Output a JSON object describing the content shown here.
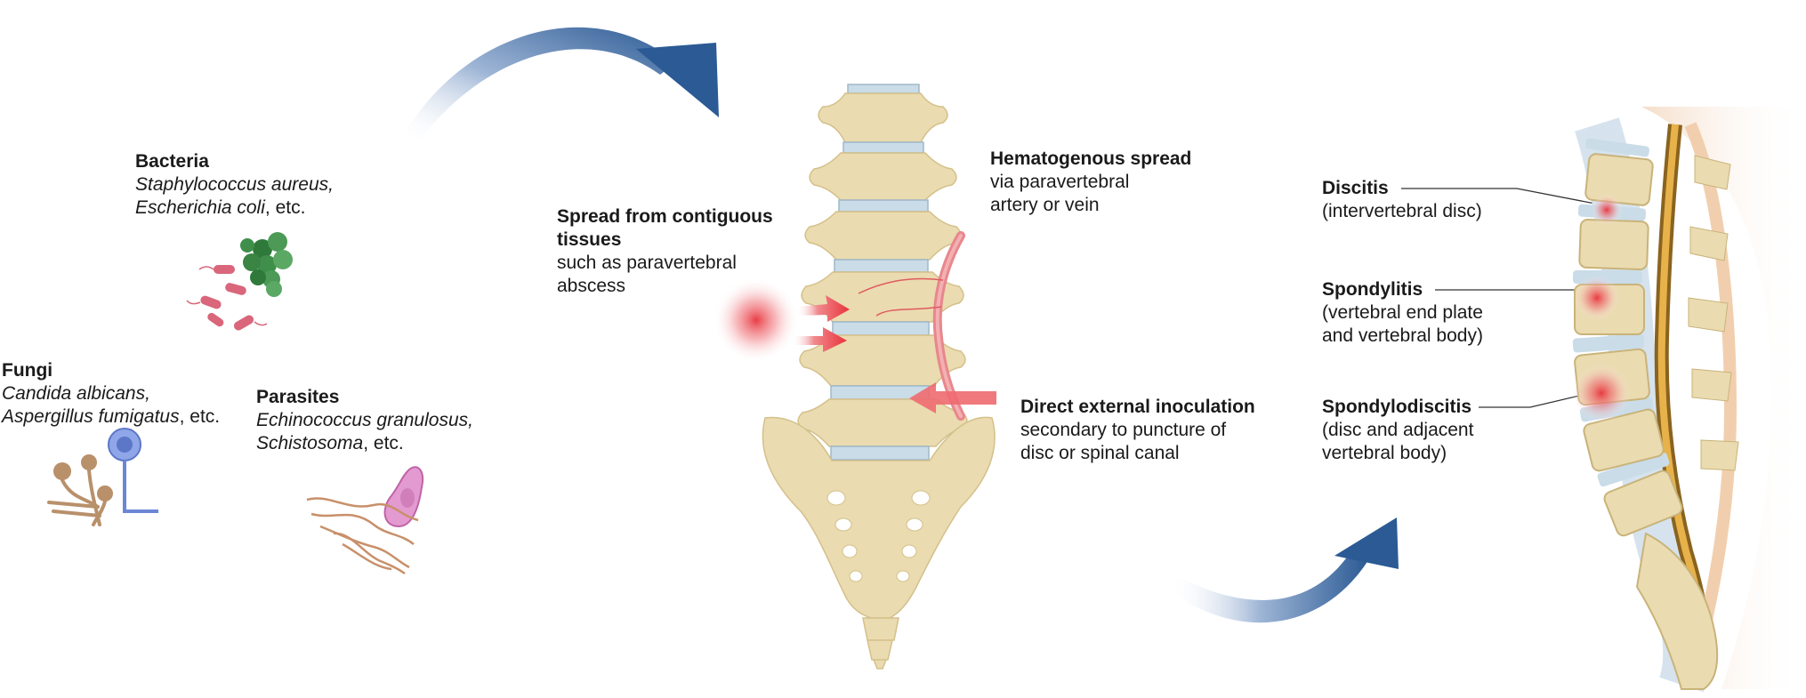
{
  "organisms": {
    "bacteria": {
      "title": "Bacteria",
      "species1": "Staphylococcus aureus,",
      "species2": "Escherichia coli",
      "suffix2": ", etc."
    },
    "fungi": {
      "title": "Fungi",
      "species1": "Candida albicans,",
      "species2": "Aspergillus fumigatus",
      "suffix2": ", etc."
    },
    "parasites": {
      "title": "Parasites",
      "species1": "Echinococcus granulosus,",
      "species2": "Schistosoma",
      "suffix2": ", etc."
    }
  },
  "routes": {
    "contiguous": {
      "title_line1": "Spread from contiguous",
      "title_line2": "tissues",
      "desc_line1": "such as paravertebral",
      "desc_line2": "abscess"
    },
    "hematogenous": {
      "title": "Hematogenous spread",
      "desc_line1": "via paravertebral",
      "desc_line2": "artery or vein"
    },
    "direct": {
      "title": "Direct external inoculation",
      "desc_line1": "secondary to puncture of",
      "desc_line2": "disc or spinal canal"
    }
  },
  "outcomes": {
    "discitis": {
      "title": "Discitis",
      "desc_line1": "(intervertebral disc)"
    },
    "spondylitis": {
      "title": "Spondylitis",
      "desc_line1": "(vertebral end plate",
      "desc_line2": "and vertebral body)"
    },
    "spondylodiscitis": {
      "title": "Spondylodiscitis",
      "desc_line1": "(disc and adjacent",
      "desc_line2": "vertebral body)"
    }
  },
  "colors": {
    "arrow_blue": "#2b5a94",
    "bone": "#eadbb0",
    "bone_dark": "#d4c08a",
    "disc": "#c9dce8",
    "inflammation": "#e8333b",
    "bacteria_green": "#3f8f4a",
    "bacteria_pink": "#d9667a",
    "fungi_brown": "#b8906a",
    "fungi_blue": "#6c86d6",
    "parasite_pink": "#d87ab8",
    "spinal_cord": "#a8782a"
  }
}
